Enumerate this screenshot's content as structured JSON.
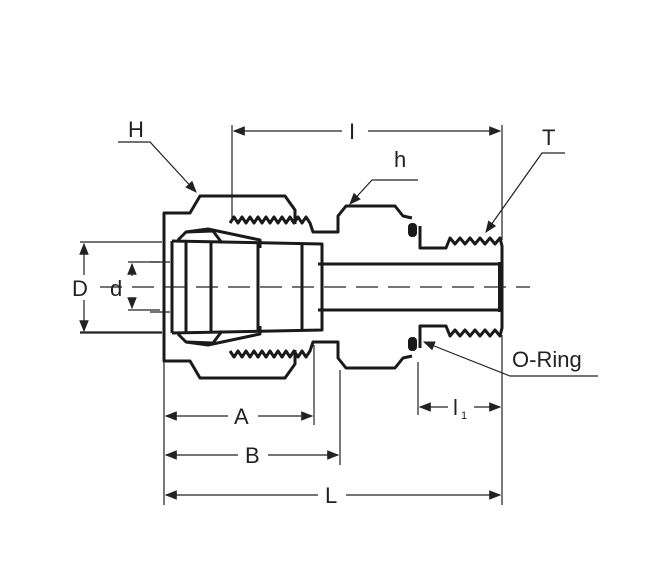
{
  "labels": {
    "H": "H",
    "I": "I",
    "h": "h",
    "T": "T",
    "D": "D",
    "d": "d",
    "O_ring": "O-Ring",
    "A": "A",
    "B": "B",
    "L": "L",
    "l1_main": "l",
    "l1_sub": "1"
  }
}
